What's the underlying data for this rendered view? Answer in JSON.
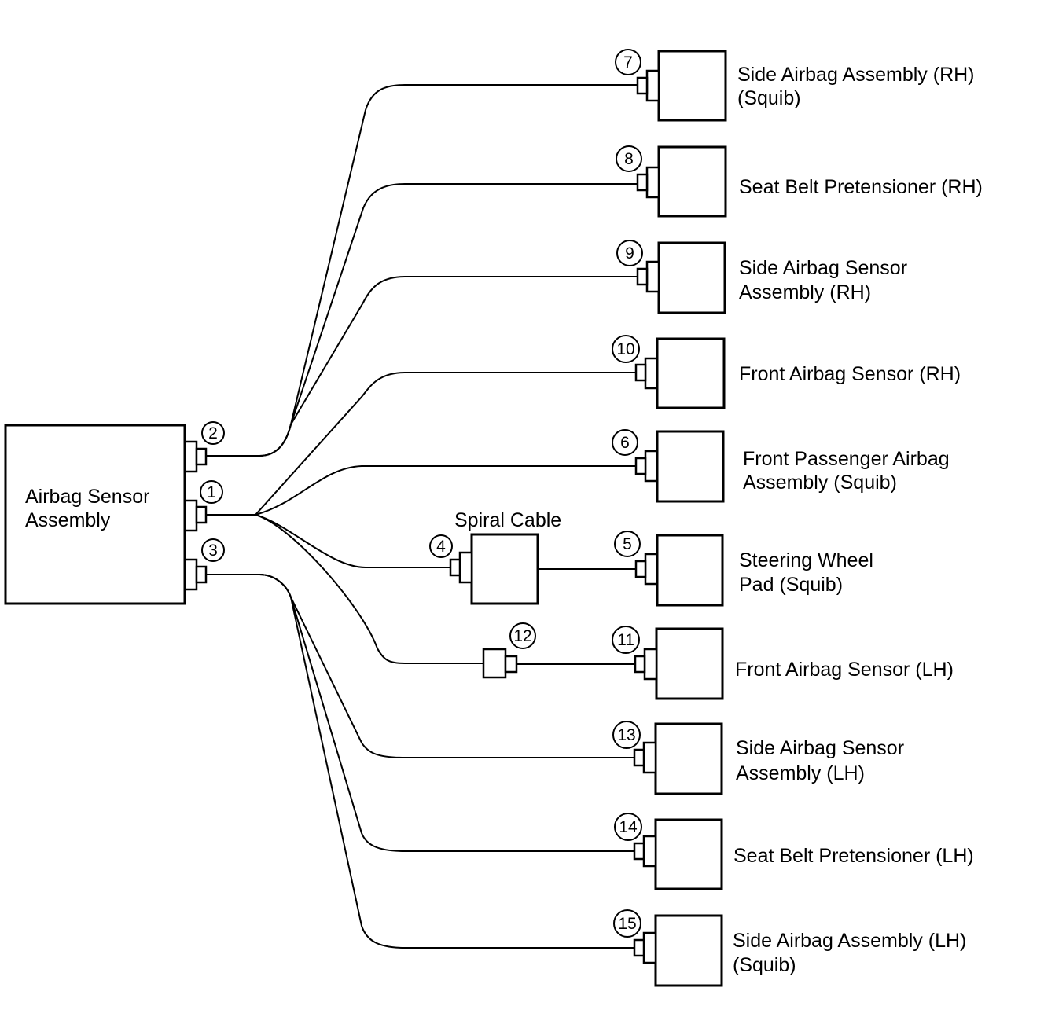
{
  "main_unit": {
    "line1": "Airbag Sensor",
    "line2": "Assembly"
  },
  "connectors": {
    "c1": "1",
    "c2": "2",
    "c3": "3",
    "c4": "4",
    "c5": "5",
    "c6": "6",
    "c7": "7",
    "c8": "8",
    "c9": "9",
    "c10": "10",
    "c11": "11",
    "c12": "12",
    "c13": "13",
    "c14": "14",
    "c15": "15"
  },
  "spiral_cable": {
    "label": "Spiral Cable"
  },
  "components": {
    "side_airbag_rh": {
      "line1": "Side Airbag Assembly (RH)",
      "line2": "(Squib)"
    },
    "seat_belt_rh": {
      "line1": "Seat Belt Pretensioner (RH)"
    },
    "side_sensor_rh": {
      "line1": "Side Airbag Sensor",
      "line2": "Assembly (RH)"
    },
    "front_sensor_rh": {
      "line1": "Front Airbag Sensor (RH)"
    },
    "front_passenger": {
      "line1": "Front Passenger Airbag",
      "line2": "Assembly (Squib)"
    },
    "steering_wheel": {
      "line1": "Steering Wheel",
      "line2": "Pad (Squib)"
    },
    "front_sensor_lh": {
      "line1": "Front Airbag Sensor (LH)"
    },
    "side_sensor_lh": {
      "line1": "Side Airbag Sensor",
      "line2": "Assembly (LH)"
    },
    "seat_belt_lh": {
      "line1": "Seat Belt Pretensioner (LH)"
    },
    "side_airbag_lh": {
      "line1": "Side Airbag Assembly (LH)",
      "line2": "(Squib)"
    }
  }
}
